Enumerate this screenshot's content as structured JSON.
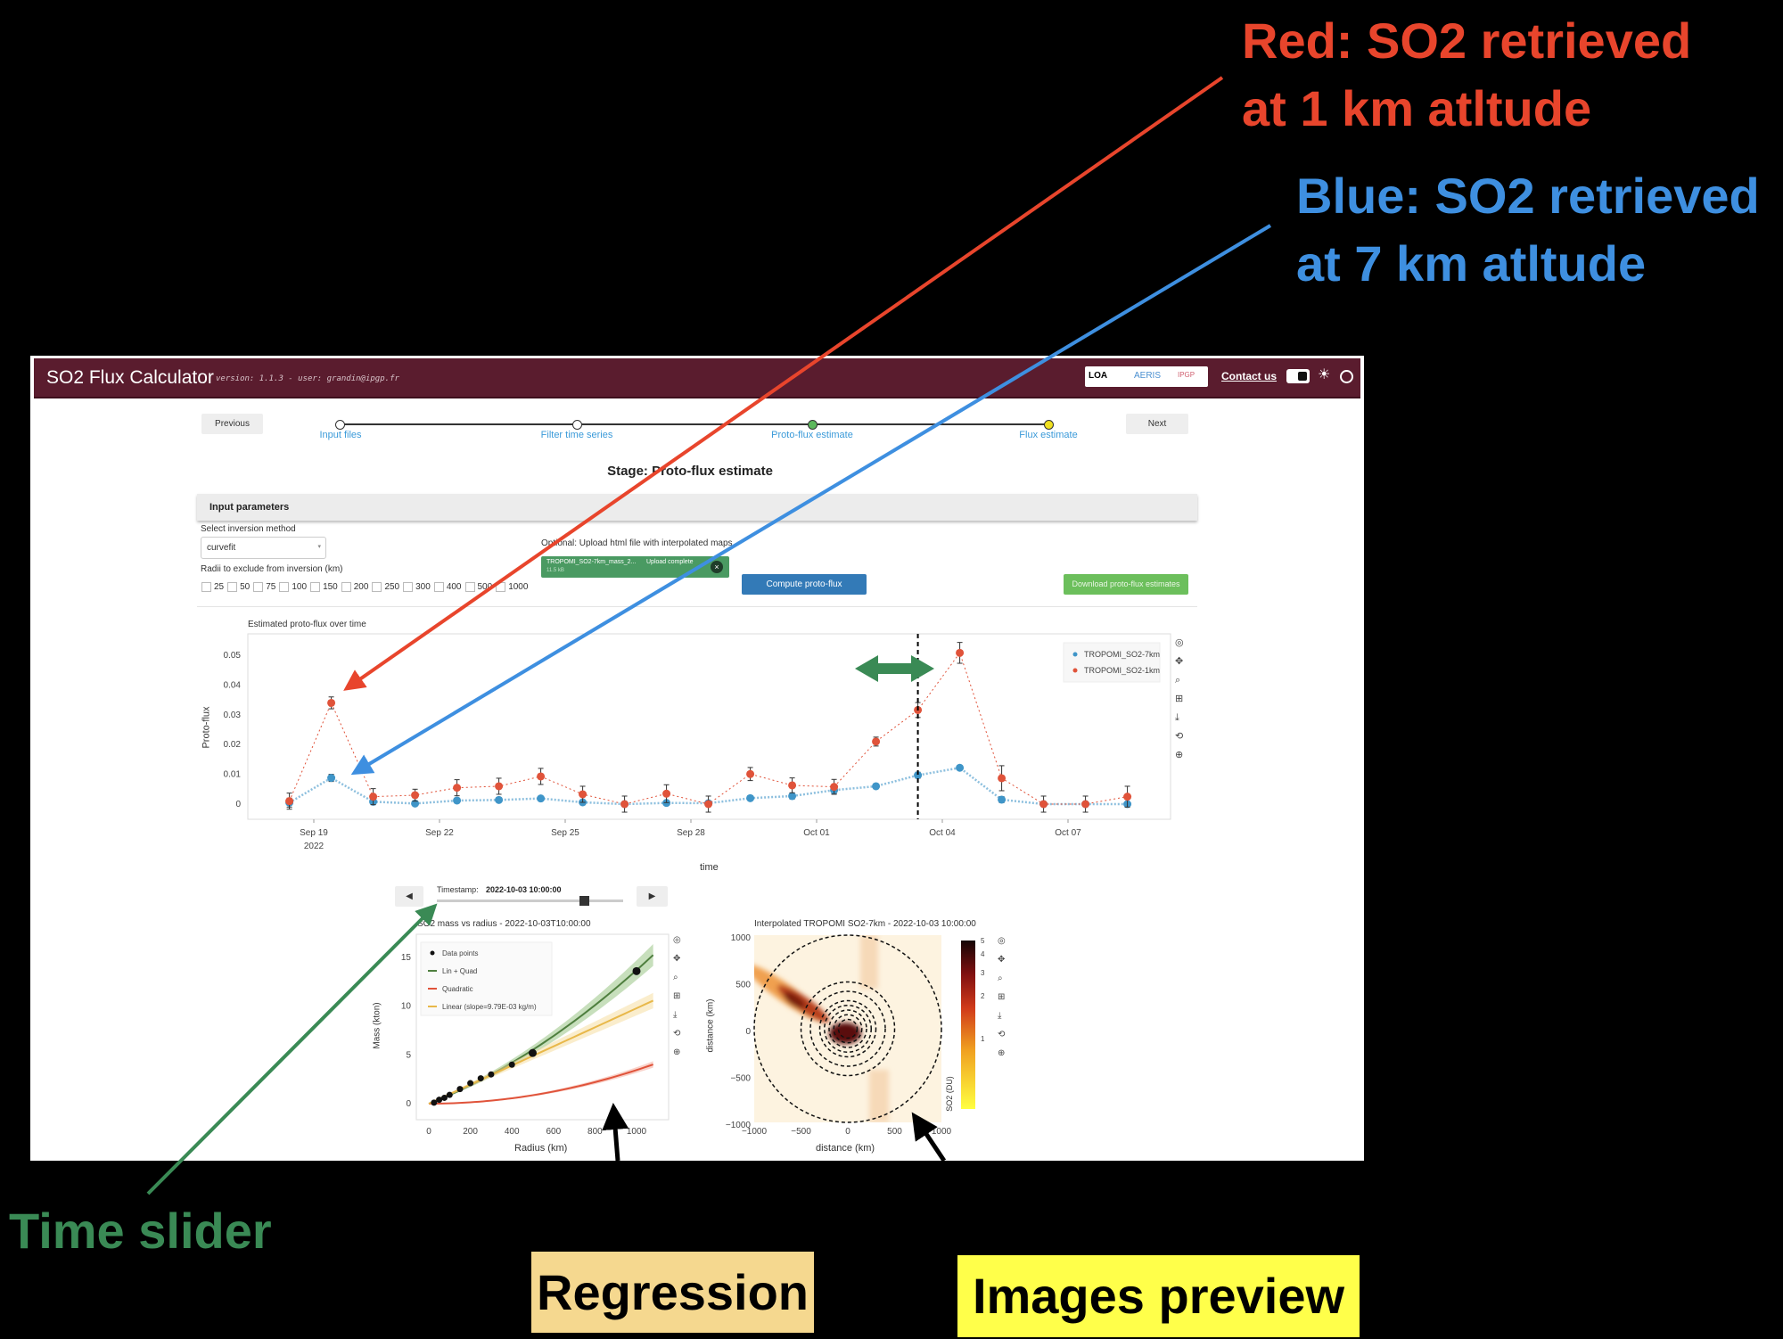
{
  "annotations": {
    "red_line1": "Red: SO2 retrieved",
    "red_line2": "at 1 km atltude",
    "blue_line1": "Blue: SO2 retrieved",
    "blue_line2": "at 7 km atltude",
    "time_slider": "Time slider",
    "regression": "Regression",
    "images_preview": "Images preview",
    "colors": {
      "red": "#e8452c",
      "blue": "#3e8fe0",
      "green": "#3a8a55",
      "regression_bg": "#f5d88f",
      "preview_bg": "#ffff4a"
    }
  },
  "header": {
    "title": "SO2 Flux Calculator",
    "version": "version: 1.1.3 - user: grandin@ipgp.fr",
    "logos": [
      "LOA",
      "AERIS",
      "IPGP"
    ],
    "contact": "Contact us",
    "bg": "#5a1c2e"
  },
  "stepper": {
    "previous": "Previous",
    "next": "Next",
    "steps": [
      {
        "label": "Input files",
        "state": "done"
      },
      {
        "label": "Filter time series",
        "state": "done"
      },
      {
        "label": "Proto-flux estimate",
        "state": "current"
      },
      {
        "label": "Flux estimate",
        "state": "pending"
      }
    ]
  },
  "stage_title": "Stage: Proto-flux estimate",
  "input_params": {
    "heading": "Input parameters",
    "method_label": "Select inversion method",
    "method_value": "curvefit",
    "radii_label": "Radii to exclude from inversion (km)",
    "radii": [
      "25",
      "50",
      "75",
      "100",
      "150",
      "200",
      "250",
      "300",
      "400",
      "500",
      "1000"
    ],
    "upload_label": "Optional: Upload html file with interpolated maps",
    "upload_file": "TROPOMI_SO2-7km_mass_2...",
    "upload_status": "Upload complete",
    "upload_size": "11.5 kB",
    "compute": "Compute proto-flux",
    "download": "Download proto-flux estimates"
  },
  "slider": {
    "label": "Timestamp:",
    "value": "2022-10-03 10:00:00",
    "position": 0.79,
    "prev": "◀",
    "next": "▶"
  },
  "chart_data": [
    {
      "type": "line",
      "title": "Estimated proto-flux over time",
      "xlabel": "time",
      "ylabel": "Proto-flux",
      "ylim": [
        -0.005,
        0.057
      ],
      "yticks": [
        "0",
        "0.01",
        "0.02",
        "0.03",
        "0.04",
        "0.05"
      ],
      "xticks": [
        {
          "label": "Sep 19",
          "sub": "2022",
          "day": 0
        },
        {
          "label": "Sep 22",
          "day": 3
        },
        {
          "label": "Sep 25",
          "day": 6
        },
        {
          "label": "Sep 28",
          "day": 9
        },
        {
          "label": "Oct 01",
          "day": 12
        },
        {
          "label": "Oct 04",
          "day": 15
        },
        {
          "label": "Oct 07",
          "day": 18
        }
      ],
      "x_start": "2022-09-18 10:00",
      "x_step_days": 1,
      "selected": "2022-10-03 10:00",
      "legend_position": "top-right",
      "series": [
        {
          "name": "TROPOMI_SO2-7km",
          "color": "#3f95c8",
          "values": [
            0.0005,
            0.0088,
            0.0008,
            0.0002,
            0.0012,
            0.0014,
            0.0019,
            0.0006,
            0.0,
            0.0004,
            0.0003,
            0.002,
            0.0027,
            0.0047,
            0.006,
            0.0097,
            0.0122,
            0.0015,
            0.0,
            0.0,
            0.0
          ],
          "error": [
            0.0015,
            0.0012,
            0.0008,
            0.0005,
            0.0005,
            0.0005,
            0.0005,
            0.0005,
            0.0005,
            0.0005,
            0.0005,
            0.0005,
            0.001,
            0.0012,
            0.0005,
            0.001,
            0.0005,
            0.001,
            0.0005,
            0.0005,
            0.0005
          ]
        },
        {
          "name": "TROPOMI_SO2-1km",
          "color": "#e0533a",
          "values": [
            0.001,
            0.034,
            0.0025,
            0.003,
            0.0055,
            0.006,
            0.0093,
            0.0033,
            0.0,
            0.0035,
            0.0,
            0.0101,
            0.0063,
            0.0058,
            0.021,
            0.0316,
            0.0508,
            0.0087,
            0.0,
            0.0,
            0.0025
          ],
          "error": [
            0.0027,
            0.002,
            0.0027,
            0.002,
            0.0027,
            0.0027,
            0.0027,
            0.0027,
            0.0027,
            0.003,
            0.0027,
            0.0022,
            0.0025,
            0.0025,
            0.0015,
            0.0025,
            0.0035,
            0.0042,
            0.0027,
            0.0027,
            0.0035
          ]
        }
      ]
    },
    {
      "type": "scatter",
      "title": "SO2 mass vs radius - 2022-10-03T10:00:00",
      "xlabel": "Radius (km)",
      "ylabel": "Mass (kton)",
      "xlim": [
        -30,
        1100
      ],
      "ylim": [
        -1.7,
        17
      ],
      "xticks": [
        "0",
        "200",
        "400",
        "600",
        "800",
        "1000"
      ],
      "yticks": [
        "0",
        "5",
        "10",
        "15"
      ],
      "legend_position": "top-left",
      "points": {
        "name": "Data points",
        "x": [
          25,
          50,
          75,
          100,
          150,
          200,
          250,
          300,
          400,
          500,
          1000
        ],
        "y": [
          0.1,
          0.4,
          0.6,
          0.9,
          1.5,
          2.1,
          2.6,
          3.0,
          4.0,
          5.2,
          13.6
        ]
      },
      "fits": [
        {
          "name": "Lin + Quad",
          "color": "#4f7f3f",
          "band": "#8fbf7a",
          "a": 0.00837,
          "b": 5.33e-06
        },
        {
          "name": "Quadratic",
          "color": "#e0533a",
          "band": "#f3a596",
          "a": 0,
          "b": 3.45e-06
        },
        {
          "name": "Linear (slope=9.79E-03 kg/m)",
          "color": "#e8b84a",
          "band": "#f5dc9a",
          "a": 0.00979,
          "b": 0
        }
      ]
    },
    {
      "type": "heatmap",
      "title": "Interpolated TROPOMI SO2-7km - 2022-10-03 10:00:00",
      "xlabel": "distance (km)",
      "ylabel": "distance (km)",
      "xlim": [
        -1000,
        1000
      ],
      "ylim": [
        -1000,
        1000
      ],
      "xticks": [
        "−1000",
        "−500",
        "0",
        "500",
        "1000"
      ],
      "yticks": [
        "1000",
        "500",
        "0",
        "−500",
        "−1000"
      ],
      "colorbar": {
        "label": "SO2 (DU)",
        "ticks": [
          "5",
          "4",
          "3",
          "2",
          "1"
        ]
      },
      "circles_km": [
        100,
        150,
        200,
        250,
        300,
        400,
        500,
        1000
      ]
    }
  ]
}
